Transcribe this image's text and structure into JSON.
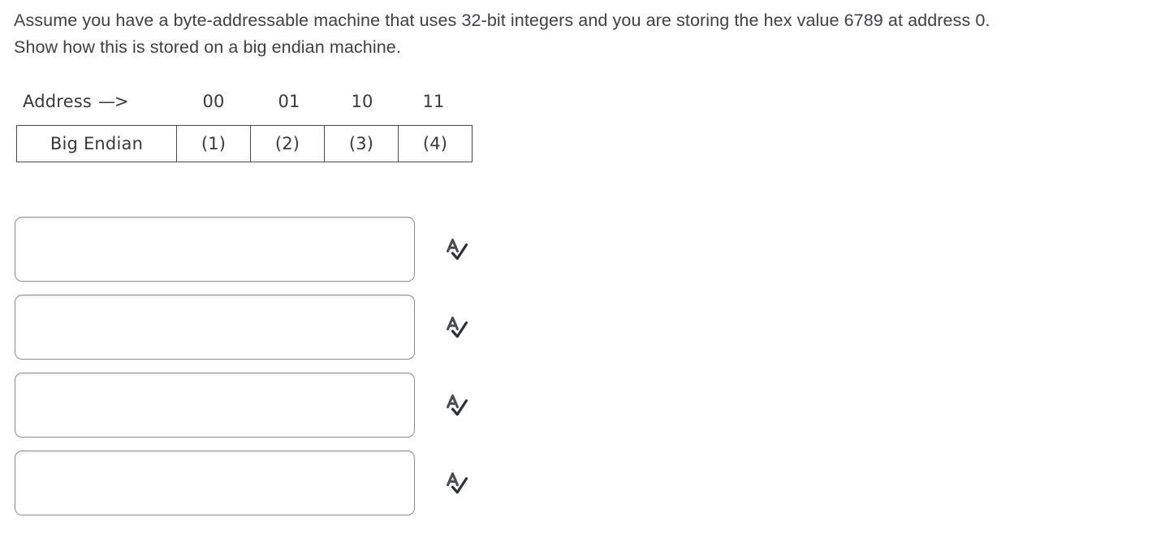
{
  "question": {
    "lines": [
      "Assume you have a byte-addressable machine that uses 32-bit integers and you are storing the hex value 6789 at address 0.",
      "Show how this is stored on a big endian machine."
    ]
  },
  "diagram": {
    "address_label": "Address",
    "address_arrow": "—>",
    "address_columns": [
      "00",
      "01",
      "10",
      "11"
    ],
    "row_label": "Big Endian",
    "byte_cells": [
      "(1)",
      "(2)",
      "(3)",
      "(4)"
    ]
  },
  "answers": {
    "rows": [
      {
        "value": "",
        "placeholder": "",
        "icon": "spellcheck-icon"
      },
      {
        "value": "",
        "placeholder": "",
        "icon": "spellcheck-icon"
      },
      {
        "value": "",
        "placeholder": "",
        "icon": "spellcheck-icon"
      },
      {
        "value": "",
        "placeholder": "",
        "icon": "spellcheck-icon"
      }
    ]
  },
  "colors": {
    "text": "#3f4043",
    "table_border": "#4a4a4a",
    "input_border": "#8a8f94",
    "icon": "#4a4e52",
    "background": "#ffffff"
  }
}
